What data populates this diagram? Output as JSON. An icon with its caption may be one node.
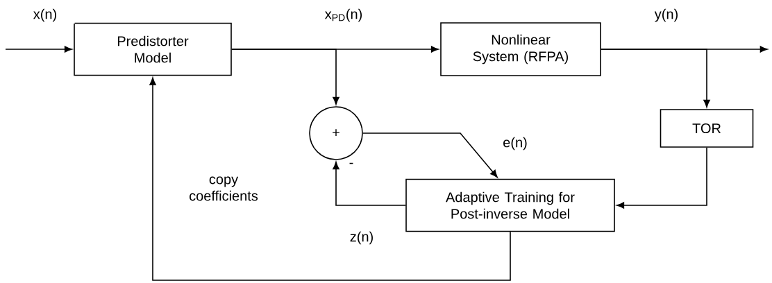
{
  "diagram": {
    "nodes": [
      {
        "text": [
          "Predistorter Model"
        ]
      },
      {
        "text": [
          "Nonlinear System (RFPA)"
        ]
      },
      {
        "text": [
          "+"
        ],
        "beside": [
          "-"
        ]
      },
      {
        "text": [
          "TOR"
        ]
      },
      {
        "text": [
          "Adaptive Training for Post-inverse Model"
        ]
      }
    ],
    "edges": [
      {
        "from": null,
        "to": 0,
        "arrow": "to",
        "label": "x(n)"
      },
      {
        "from": 0,
        "to": 1,
        "arrow": "to",
        "label": "x$_{PD}$(n)"
      },
      {
        "from": 0,
        "to": 2,
        "arrow": "to"
      },
      {
        "from": 1,
        "to": null,
        "arrow": "to",
        "label": "y(n)"
      },
      {
        "from": 1,
        "to": 3,
        "arrow": "to"
      },
      {
        "from": 3,
        "to": 4,
        "arrow": "to"
      },
      {
        "from": 2,
        "to": 4,
        "arrow": "to",
        "label": "e(n)"
      },
      {
        "from": 4,
        "to": 2,
        "arrow": "to",
        "label": "z(n)"
      },
      {
        "from": 4,
        "to": 0,
        "arrow": "to",
        "label": "copy coefficients"
      }
    ]
  }
}
